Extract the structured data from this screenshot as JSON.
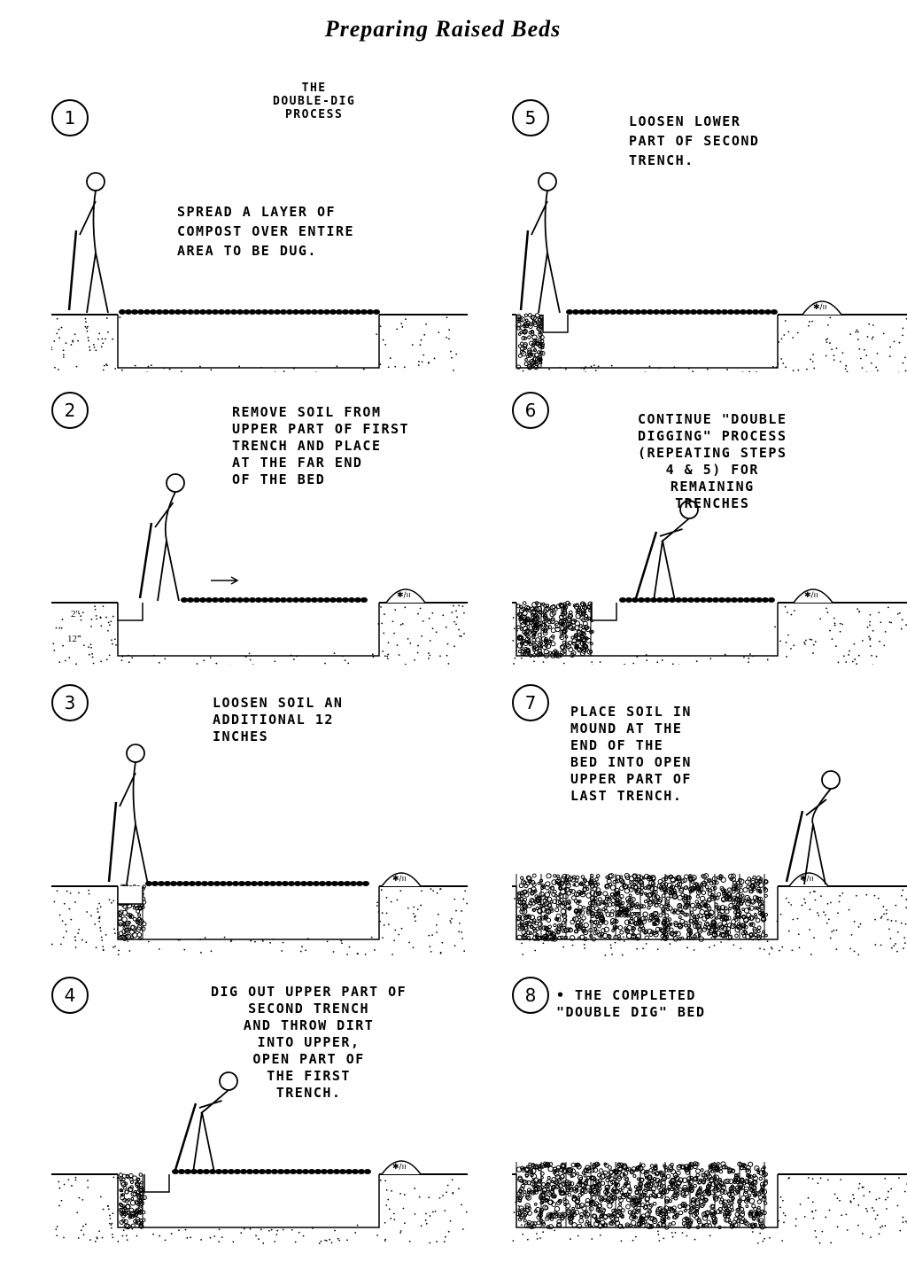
{
  "title": "Preparing Raised Beds",
  "panels": [
    {
      "number": "1",
      "heading": [
        "THE",
        "DOUBLE-DIG",
        "PROCESS"
      ],
      "caption": [
        "SPREAD A LAYER OF",
        "COMPOST OVER ENTIRE",
        "AREA TO BE DUG."
      ]
    },
    {
      "number": "2",
      "caption": [
        "REMOVE SOIL FROM",
        "UPPER PART OF FIRST",
        "TRENCH AND PLACE",
        "AT THE FAR END",
        "OF THE BED"
      ],
      "dimensions": [
        "2\"",
        "12\""
      ]
    },
    {
      "number": "3",
      "caption": [
        "LOOSEN SOIL AN",
        "ADDITIONAL 12",
        "INCHES"
      ]
    },
    {
      "number": "4",
      "caption": [
        "DIG OUT UPPER PART OF",
        "SECOND TRENCH",
        "AND THROW DIRT",
        "INTO UPPER,",
        "OPEN PART OF",
        "THE FIRST",
        "TRENCH."
      ]
    },
    {
      "number": "5",
      "caption": [
        "LOOSEN LOWER",
        "PART OF SECOND",
        "TRENCH."
      ]
    },
    {
      "number": "6",
      "caption": [
        "CONTINUE \"DOUBLE",
        "DIGGING\" PROCESS",
        "(REPEATING STEPS",
        "4 & 5) FOR",
        "REMAINING",
        "TRENCHES"
      ]
    },
    {
      "number": "7",
      "caption": [
        "PLACE SOIL IN",
        "MOUND AT THE",
        "END OF THE",
        "BED INTO OPEN",
        "UPPER PART OF",
        "LAST TRENCH."
      ]
    },
    {
      "number": "8",
      "caption": [
        "• THE COMPLETED",
        "\"DOUBLE DIG\" BED"
      ]
    }
  ]
}
